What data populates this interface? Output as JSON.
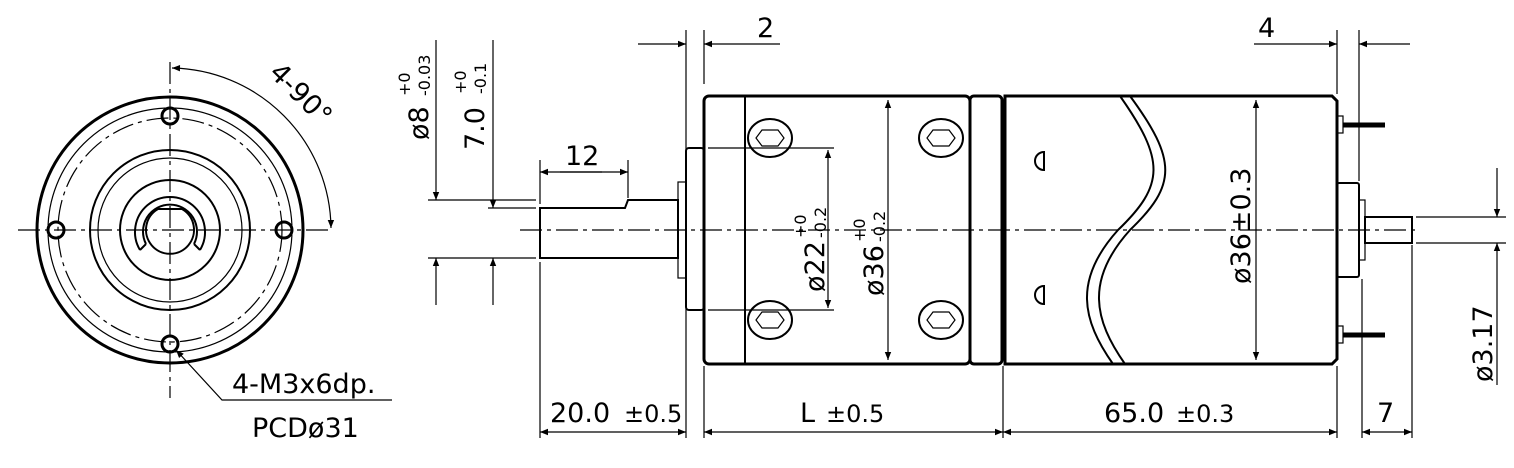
{
  "front_view": {
    "hole_spec": "4-M3x6dp.",
    "pcd_spec": "PCDø31",
    "angle_label": "4-90°"
  },
  "side_view": {
    "dims": {
      "flange_gap": "2",
      "end_cap": "4",
      "shaft_length": "12",
      "shaft_diameter": "ø8",
      "shaft_diameter_tol_upper": "+0",
      "shaft_diameter_tol_lower": "-0.03",
      "flat_height": "7.0",
      "flat_height_tol_upper": "+0",
      "flat_height_tol_lower": "-0.1",
      "pilot_diameter": "ø22",
      "pilot_diameter_tol_upper": "+0",
      "pilot_diameter_tol_lower": "-0.2",
      "gearbox_diameter": "ø36",
      "gearbox_diameter_tol_upper": "+0",
      "gearbox_diameter_tol_lower": "-0.2",
      "motor_diameter": "ø36±0.3",
      "rear_shaft_diameter": "ø3.17",
      "shaft_extension": "20.0",
      "shaft_extension_tol": "±0.5",
      "gearbox_length": "L",
      "gearbox_length_tol": "±0.5",
      "motor_length": "65.0",
      "motor_length_tol": "±0.3",
      "rear_shaft_length": "7"
    }
  }
}
